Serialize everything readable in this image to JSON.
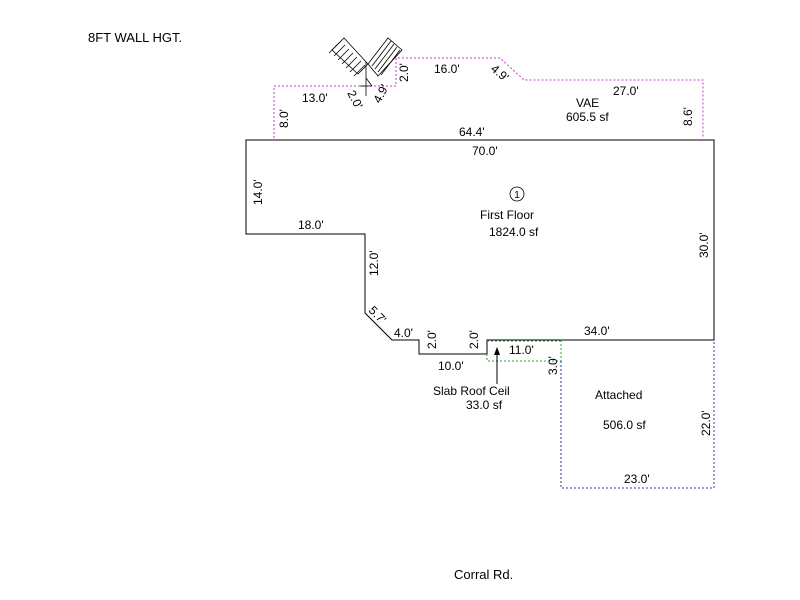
{
  "note": "8FT WALL HGT.",
  "street": "Corral Rd.",
  "colors": {
    "wall": "#000000",
    "vae": "#c040c0",
    "attached": "#3333aa",
    "slab": "#33a033",
    "stair": "#000000"
  },
  "first_floor": {
    "name": "First Floor",
    "area": "1824.0 sf",
    "marker": "1",
    "dims": {
      "top": "70.0'",
      "left": "14.0'",
      "step": "18.0'",
      "inner_vertical": "12.0'",
      "diagonal": "5.7'",
      "ledge": "4.0'",
      "notch_left": "2.0'",
      "notch_bottom": "10.0'",
      "notch_right": "2.0'",
      "bottom_right": "34.0'",
      "right": "30.0'"
    }
  },
  "vae": {
    "name": "VAE",
    "area": "605.5 sf",
    "dims": {
      "bottom": "64.4'",
      "left": "8.0'",
      "top_left": "13.0'",
      "stair_a": "2.0'",
      "stair_b": "4.9'",
      "stair_c": "2.0'",
      "top_mid": "16.0'",
      "diag": "4.9'",
      "top_right": "27.0'",
      "right": "8.6'"
    }
  },
  "attached": {
    "name": "Attached",
    "area": "506.0 sf",
    "dims": {
      "right": "22.0'",
      "bottom": "23.0'"
    }
  },
  "slab": {
    "name": "Slab Roof Ceil",
    "area": "33.0 sf",
    "dims": {
      "top": "11.0'",
      "right": "3.0'"
    }
  }
}
